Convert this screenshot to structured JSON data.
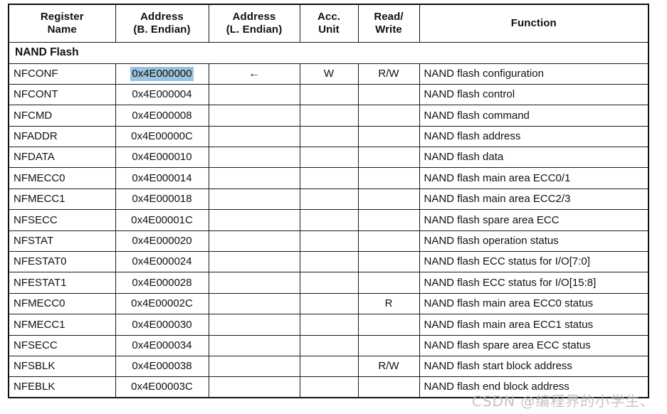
{
  "table": {
    "columns": [
      {
        "id": "name",
        "line1": "Register",
        "line2": "Name"
      },
      {
        "id": "addr_be",
        "line1": "Address",
        "line2": "(B. Endian)"
      },
      {
        "id": "addr_le",
        "line1": "Address",
        "line2": "(L. Endian)"
      },
      {
        "id": "acc",
        "line1": "Acc.",
        "line2": "Unit"
      },
      {
        "id": "rw",
        "line1": "Read/",
        "line2": "Write"
      },
      {
        "id": "func",
        "line1": "Function",
        "line2": ""
      }
    ],
    "section_label": "NAND Flash",
    "highlight_color": "#9cc3de",
    "rows": [
      {
        "name": "NFCONF",
        "addr_be": "0x4E000000",
        "addr_be_highlighted": true,
        "addr_le": "←",
        "acc": "W",
        "rw": "R/W",
        "func": "NAND flash configuration"
      },
      {
        "name": "NFCONT",
        "addr_be": "0x4E000004",
        "addr_be_highlighted": false,
        "addr_le": "",
        "acc": "",
        "rw": "",
        "func": "NAND flash control"
      },
      {
        "name": "NFCMD",
        "addr_be": "0x4E000008",
        "addr_be_highlighted": false,
        "addr_le": "",
        "acc": "",
        "rw": "",
        "func": "NAND flash command"
      },
      {
        "name": "NFADDR",
        "addr_be": "0x4E00000C",
        "addr_be_highlighted": false,
        "addr_le": "",
        "acc": "",
        "rw": "",
        "func": "NAND flash address"
      },
      {
        "name": "NFDATA",
        "addr_be": "0x4E000010",
        "addr_be_highlighted": false,
        "addr_le": "",
        "acc": "",
        "rw": "",
        "func": "NAND flash data"
      },
      {
        "name": "NFMECC0",
        "addr_be": "0x4E000014",
        "addr_be_highlighted": false,
        "addr_le": "",
        "acc": "",
        "rw": "",
        "func": "NAND flash main area ECC0/1"
      },
      {
        "name": "NFMECC1",
        "addr_be": "0x4E000018",
        "addr_be_highlighted": false,
        "addr_le": "",
        "acc": "",
        "rw": "",
        "func": "NAND flash main area ECC2/3"
      },
      {
        "name": "NFSECC",
        "addr_be": "0x4E00001C",
        "addr_be_highlighted": false,
        "addr_le": "",
        "acc": "",
        "rw": "",
        "func": "NAND flash spare area ECC"
      },
      {
        "name": "NFSTAT",
        "addr_be": "0x4E000020",
        "addr_be_highlighted": false,
        "addr_le": "",
        "acc": "",
        "rw": "",
        "func": "NAND flash operation status"
      },
      {
        "name": "NFESTAT0",
        "addr_be": "0x4E000024",
        "addr_be_highlighted": false,
        "addr_le": "",
        "acc": "",
        "rw": "",
        "func": "NAND flash ECC status for I/O[7:0]"
      },
      {
        "name": "NFESTAT1",
        "addr_be": "0x4E000028",
        "addr_be_highlighted": false,
        "addr_le": "",
        "acc": "",
        "rw": "",
        "func": "NAND flash ECC status for I/O[15:8]"
      },
      {
        "name": "NFMECC0",
        "addr_be": "0x4E00002C",
        "addr_be_highlighted": false,
        "addr_le": "",
        "acc": "",
        "rw": "R",
        "func": "NAND flash main area ECC0 status"
      },
      {
        "name": "NFMECC1",
        "addr_be": "0x4E000030",
        "addr_be_highlighted": false,
        "addr_le": "",
        "acc": "",
        "rw": "",
        "func": "NAND flash main area ECC1 status"
      },
      {
        "name": "NFSECC",
        "addr_be": "0x4E000034",
        "addr_be_highlighted": false,
        "addr_le": "",
        "acc": "",
        "rw": "",
        "func": "NAND flash spare area ECC status"
      },
      {
        "name": "NFSBLK",
        "addr_be": "0x4E000038",
        "addr_be_highlighted": false,
        "addr_le": "",
        "acc": "",
        "rw": "R/W",
        "func": "NAND flash start block address"
      },
      {
        "name": "NFEBLK",
        "addr_be": "0x4E00003C",
        "addr_be_highlighted": false,
        "addr_le": "",
        "acc": "",
        "rw": "",
        "func": "NAND flash end block address"
      }
    ]
  },
  "watermark": {
    "text": "CSDN @编程界的小学生、"
  }
}
